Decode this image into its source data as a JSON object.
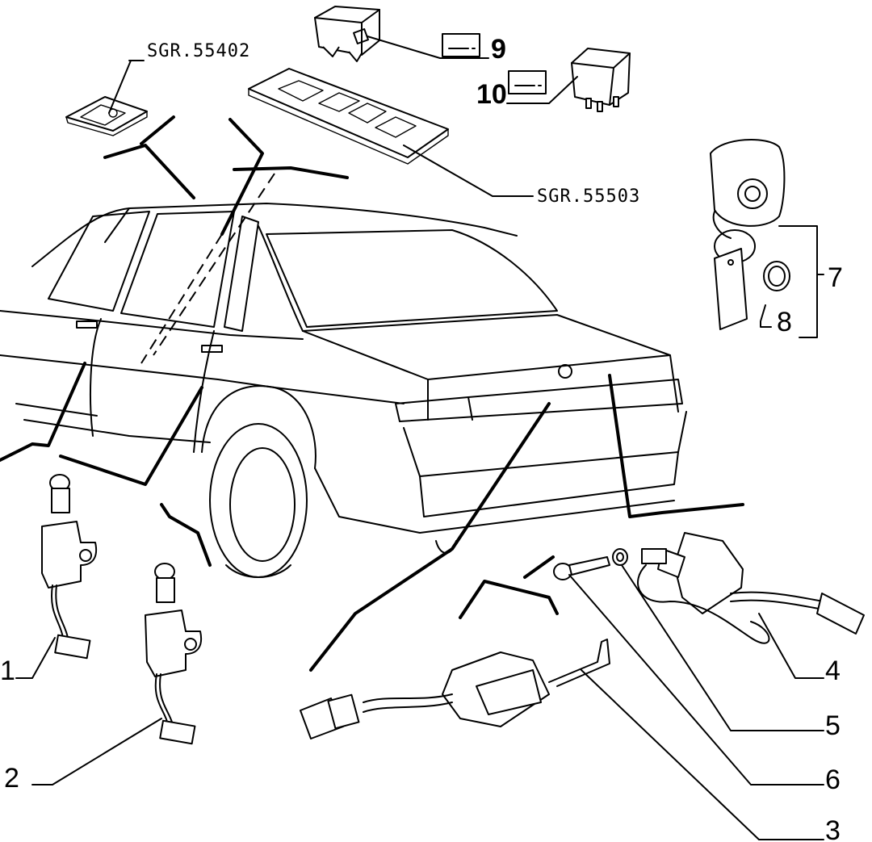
{
  "references": {
    "sgr_top": "SGR.55402",
    "sgr_panel": "SGR.55503"
  },
  "callouts": {
    "c1": "1",
    "c2": "2",
    "c3": "3",
    "c4": "4",
    "c5": "5",
    "c6": "6",
    "c7": "7",
    "c8": "8",
    "c9": "9",
    "c10": "10"
  }
}
